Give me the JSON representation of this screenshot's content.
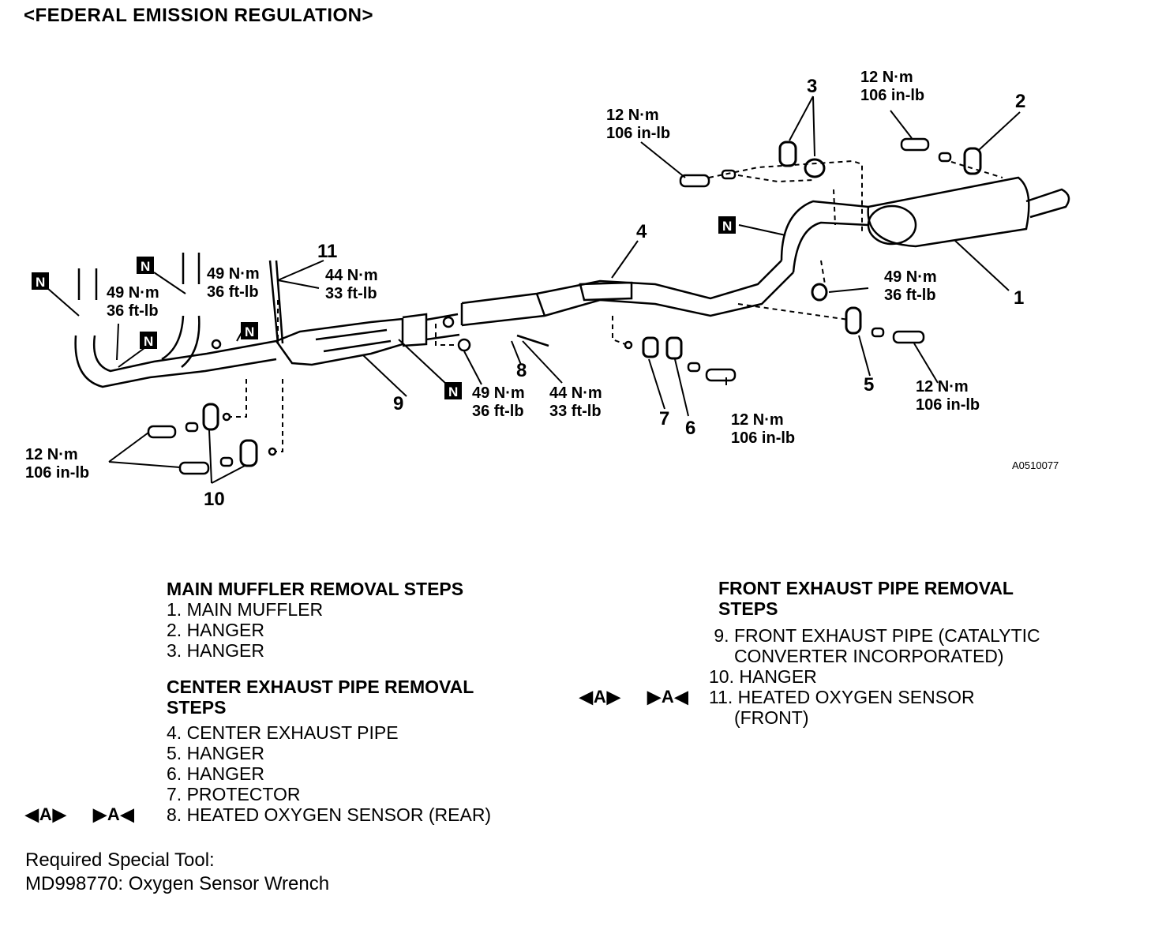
{
  "header": {
    "title": "<FEDERAL EMISSION REGULATION>"
  },
  "diagram": {
    "callouts": [
      "1",
      "2",
      "3",
      "4",
      "5",
      "6",
      "7",
      "8",
      "9",
      "10",
      "11"
    ],
    "torque": {
      "t12a": [
        "12 N·m",
        "106 in-lb"
      ],
      "t12b": [
        "12 N·m",
        "106 in-lb"
      ],
      "t12c": [
        "12 N·m",
        "106 in-lb"
      ],
      "t12d": [
        "12 N·m",
        "106 in-lb"
      ],
      "t12e": [
        "12 N·m",
        "106 in-lb"
      ],
      "t49a": [
        "49 N·m",
        "36 ft-lb"
      ],
      "t49b": [
        "49 N·m",
        "36 ft-lb"
      ],
      "t49c": [
        "49 N·m",
        "36 ft-lb"
      ],
      "t49d": [
        "49 N·m",
        "36 ft-lb"
      ],
      "t44a": [
        "44 N·m",
        "33 ft-lb"
      ],
      "t44b": [
        "44 N·m",
        "33 ft-lb"
      ]
    },
    "new_part_marker": "N",
    "figure_code": "A0510077"
  },
  "main_muffler": {
    "heading": "MAIN MUFFLER REMOVAL STEPS",
    "items": [
      "1. MAIN MUFFLER",
      "2. HANGER",
      "3. HANGER"
    ]
  },
  "center_pipe": {
    "heading_line1": "CENTER EXHAUST PIPE REMOVAL",
    "heading_line2": "STEPS",
    "items": [
      "4. CENTER EXHAUST PIPE",
      "5. HANGER",
      "6. HANGER",
      "7. PROTECTOR",
      "8. HEATED OXYGEN SENSOR (REAR)"
    ]
  },
  "front_pipe": {
    "heading_line1": "FRONT EXHAUST PIPE REMOVAL",
    "heading_line2": "STEPS",
    "items": [
      " 9. FRONT EXHAUST PIPE (CATALYTIC",
      "     CONVERTER INCORPORATED)",
      "10. HANGER",
      "11. HEATED OXYGEN SENSOR",
      "     (FRONT)"
    ]
  },
  "markers": {
    "remove": "◀A▶",
    "install": "▶A◀"
  },
  "tool": {
    "line1": "Required Special Tool:",
    "line2": "MD998770: Oxygen Sensor Wrench"
  }
}
